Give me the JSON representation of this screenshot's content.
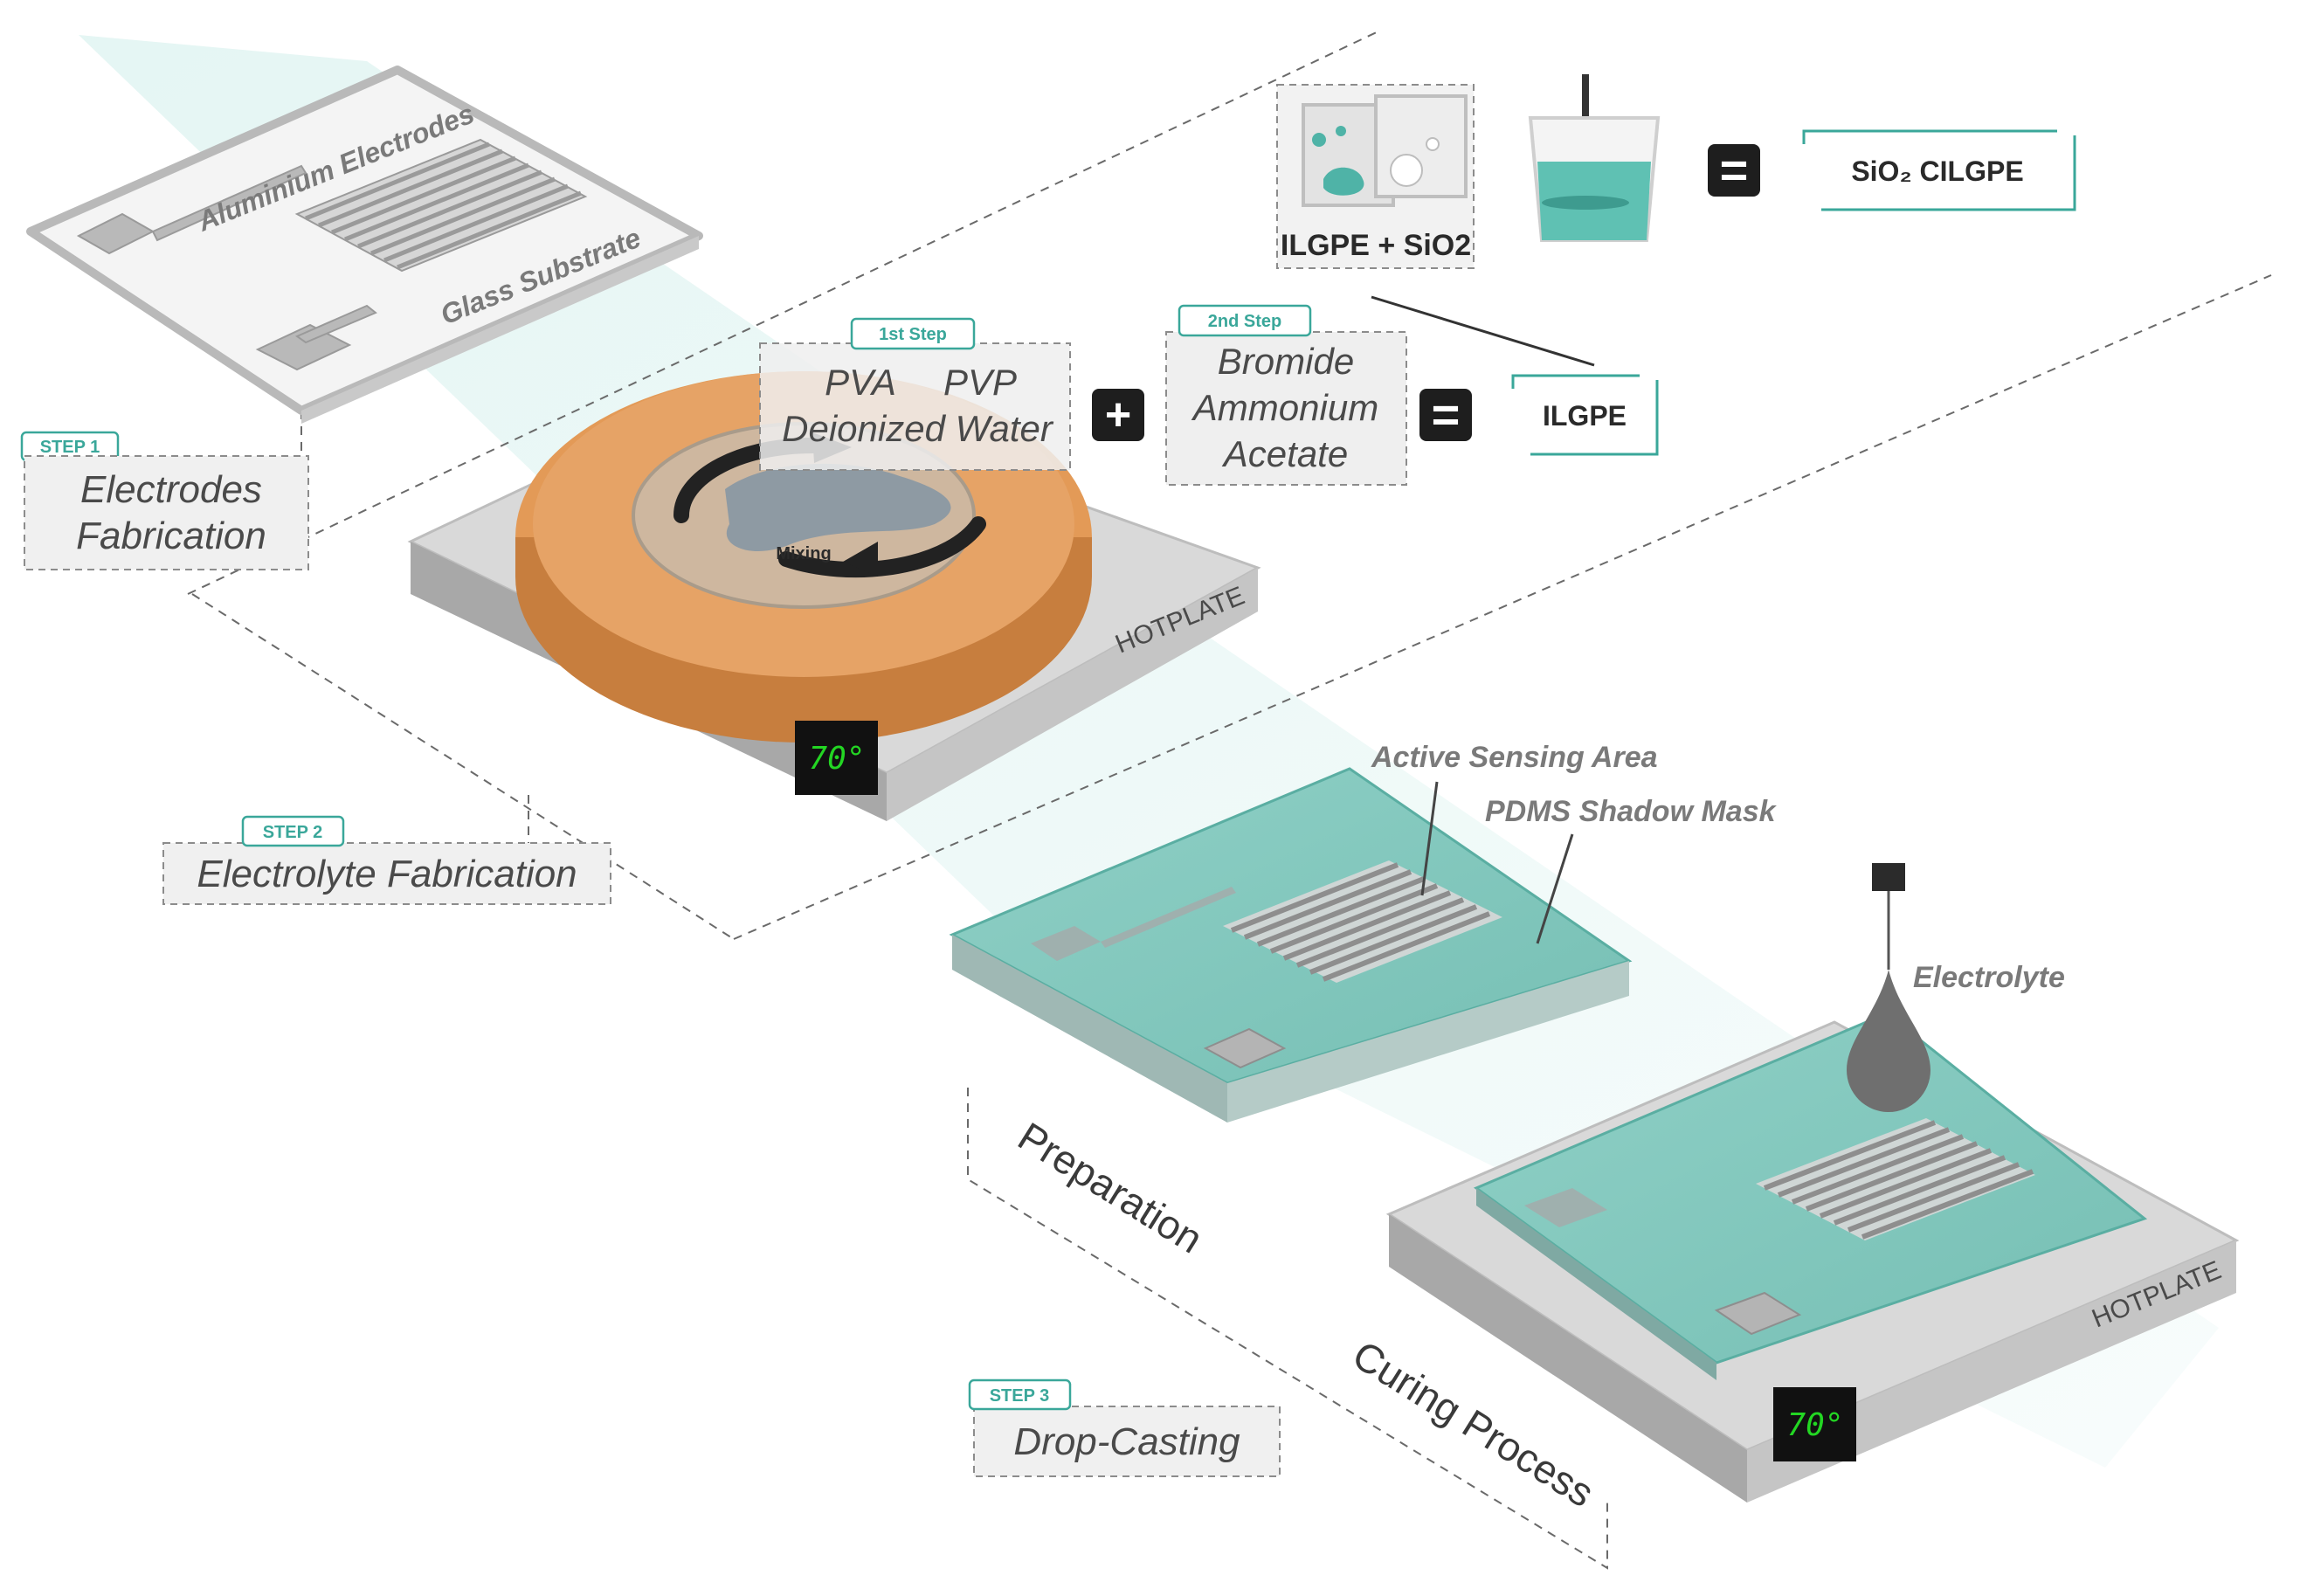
{
  "colors": {
    "teal": "#3aa79a",
    "teal_fill": "#8fcfc6",
    "hotplate_top": "#d8d8d8",
    "hotplate_side": "#a9a9a9",
    "heater_orange": "#e39a57",
    "display_bg": "#111111",
    "display_digits": "#23d623",
    "dashed": "#6a6a6a"
  },
  "step1": {
    "tag": "STEP 1",
    "title_line1": "Electrodes",
    "title_line2": "Fabrication",
    "electrodes_label": "Aluminium Electrodes",
    "substrate_label": "Glass Substrate"
  },
  "step2": {
    "tag": "STEP 2",
    "title": "Electrolyte Fabrication",
    "first_step_tag": "1st Step",
    "pva": "PVA",
    "pvp": "PVP",
    "water": "Deionized Water",
    "plus": "+",
    "second_step_tag": "2nd Step",
    "bromide_line1": "Bromide",
    "bromide_line2": "Ammonium",
    "bromide_line3": "Acetate",
    "equals": "=",
    "ilgpe": "ILGPE",
    "mixing": "Mixing",
    "hotplate": "HOTPLATE",
    "temperature": "70°"
  },
  "sio2_row": {
    "mixture_label": "ILGPE + SiO2",
    "equals": "=",
    "result": "SiO₂ CILGPE"
  },
  "step3": {
    "tag": "STEP 3",
    "title": "Drop-Casting",
    "active_area": "Active Sensing Area",
    "shadow_mask": "PDMS Shadow Mask",
    "electrolyte": "Electrolyte",
    "preparation": "Preparation",
    "curing": "Curing Process",
    "hotplate": "HOTPLATE",
    "temperature": "70°"
  }
}
